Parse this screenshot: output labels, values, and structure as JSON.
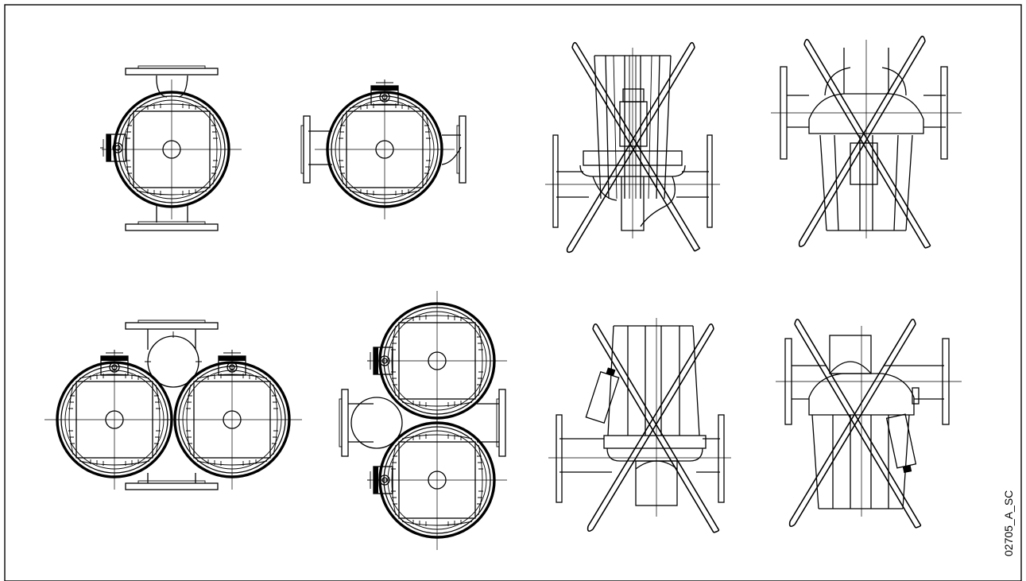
{
  "figure_id": "02705_A_SC",
  "panels": [
    {
      "id": "top-1",
      "allowed": true
    },
    {
      "id": "top-2",
      "allowed": true
    },
    {
      "id": "top-3",
      "allowed": false
    },
    {
      "id": "top-4",
      "allowed": false
    },
    {
      "id": "bottom-1",
      "allowed": true
    },
    {
      "id": "bottom-2",
      "allowed": true
    },
    {
      "id": "bottom-3",
      "allowed": false
    },
    {
      "id": "bottom-4",
      "allowed": false
    }
  ],
  "colors": {
    "line": "#000000",
    "background": "#ffffff"
  }
}
